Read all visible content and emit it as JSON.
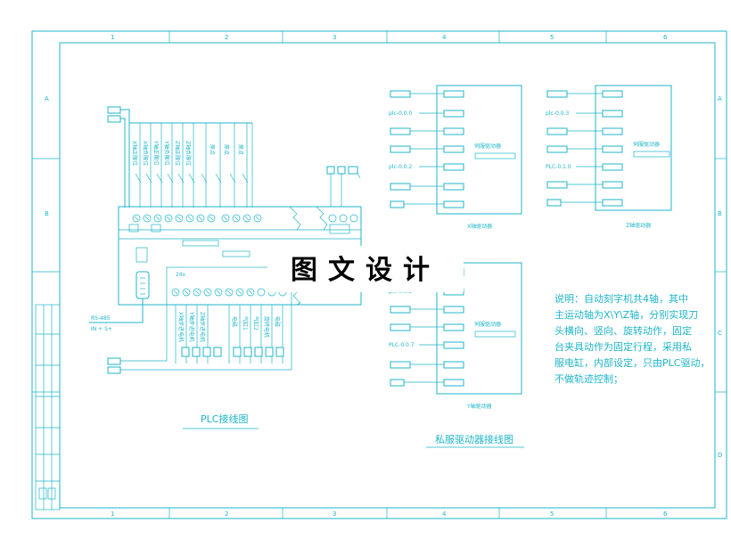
{
  "border": {
    "col_labels": [
      "1",
      "2",
      "3",
      "4",
      "5",
      "6"
    ],
    "row_labels": [
      "A",
      "B",
      "C",
      "D"
    ]
  },
  "plc": {
    "caption": "PLC接线图",
    "port_label": "RS-485",
    "port_sub": "IN + S+",
    "top_labels": [
      "X轴正限位",
      "X轴负限位",
      "Y轴正限位",
      "Y轴负限位",
      "Z轴正限位",
      "Z轴负限位",
      "原点",
      "原点",
      "原点"
    ],
    "bottom_header": "24v",
    "bottom_labels": [
      "X轴步进电机",
      "Y轴步进电机",
      "Z轴步进电机",
      "电磁",
      "气缸1",
      "气缸2",
      "旋转电机",
      "电磁"
    ]
  },
  "drivers": {
    "caption": "私服驱动器接线图",
    "x": {
      "name": "伺服驱动器",
      "caption": "X轴驱动器",
      "io1": "plc-0.0.0",
      "io2": "plc-0.0.2"
    },
    "z": {
      "name": "伺服驱动器",
      "caption": "Z轴驱动器",
      "io1": "plc-0.0.3",
      "io2": "PLC-0.1.0"
    },
    "y": {
      "name": "伺服驱动器",
      "caption": "Y轴驱动器",
      "io1": "plc-0.0.1",
      "io2": "PLC-0.0.7"
    }
  },
  "note": {
    "lines": [
      "说明：自动刻字机共4轴，其中",
      "主运动轴为X\\Y\\Z轴，分别实现刀",
      "头横向、竖向、旋转动作，固定",
      "台夹具动作为固定行程，采用私",
      "服电缸，内部设定，只由PLC驱动，",
      "不做轨迹控制；"
    ]
  },
  "watermark": "图文设计",
  "colors": {
    "line": "#1fb5c8",
    "background": "#ffffff",
    "watermark": "#000000"
  }
}
